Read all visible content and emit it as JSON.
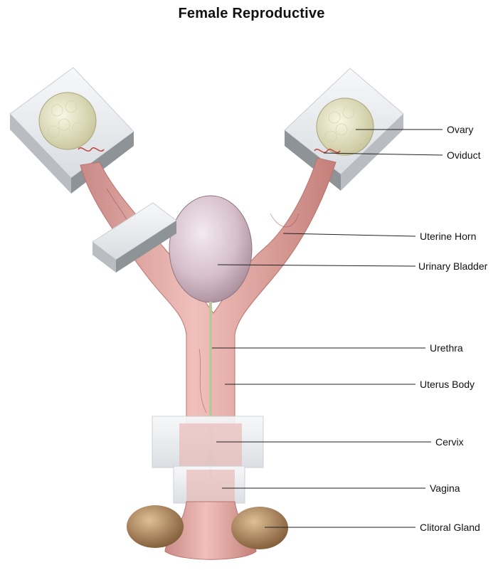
{
  "title": "Female Reproductive",
  "labels": {
    "ovary": "Ovary",
    "oviduct": "Oviduct",
    "uterine_horn": "Uterine Horn",
    "urinary_bladder": "Urinary Bladder",
    "urethra": "Urethra",
    "uterus_body": "Uterus Body",
    "cervix": "Cervix",
    "vagina": "Vagina",
    "clitoral_gland": "Clitoral Gland"
  },
  "colors": {
    "tissue": "#e9a9a4",
    "tissue_dark": "#c97d78",
    "bladder": "#d9c3cc",
    "ovary": "#eae8c8",
    "gland": "#b48a5e",
    "box": "#eef0f3",
    "box_side": "#9ea3a8",
    "leader": "#222222"
  }
}
